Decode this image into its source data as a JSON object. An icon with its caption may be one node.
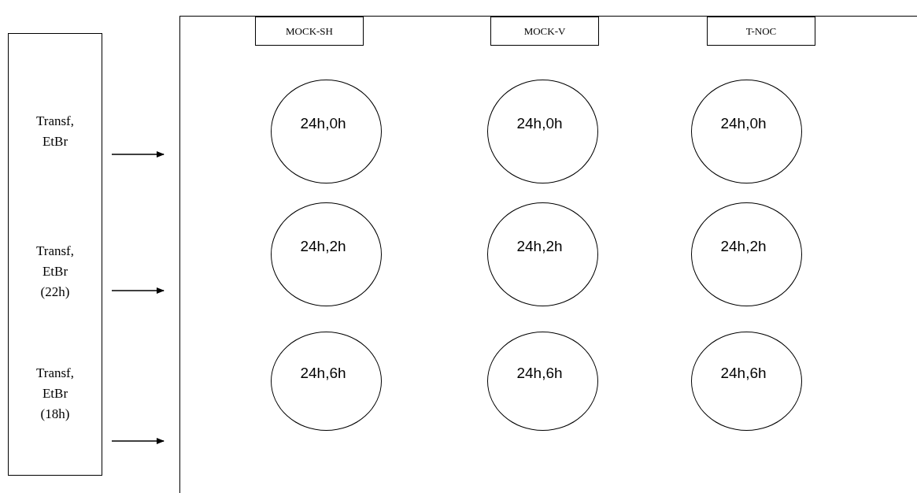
{
  "diagram": {
    "nodes": [
      {
        "text": [
          "Transf, EtBr",
          "Transf, EtBr (22h)",
          "Transf, EtBr (18h)"
        ]
      },
      {
        "text": [],
        "shape": "box"
      },
      {
        "text": [
          "MOCK-SH"
        ],
        "in": 1
      },
      {
        "text": [
          "MOCK-V"
        ],
        "in": 1
      },
      {
        "text": [
          "T-NOC"
        ],
        "in": 1
      },
      {
        "text": [
          "24h,0h"
        ],
        "in": 1
      },
      {
        "text": [
          "24h,0h"
        ],
        "in": 1
      },
      {
        "text": [
          "24h,0h"
        ],
        "in": 1
      },
      {
        "text": [
          "24h,2h"
        ],
        "in": 1
      },
      {
        "text": [
          "24h,2h"
        ],
        "in": 1
      },
      {
        "text": [
          "24h,2h"
        ],
        "in": 1
      },
      {
        "text": [
          "24h,6h"
        ],
        "in": 1
      },
      {
        "text": [
          "24h,6h"
        ],
        "in": 1
      },
      {
        "text": [
          "24h,6h"
        ],
        "in": 1
      }
    ],
    "edges": [
      {
        "from": 0,
        "to": 1,
        "arrow": "to"
      },
      {
        "from": 0,
        "to": 1,
        "arrow": "to"
      },
      {
        "from": 0,
        "to": 1,
        "arrow": "to"
      }
    ]
  }
}
